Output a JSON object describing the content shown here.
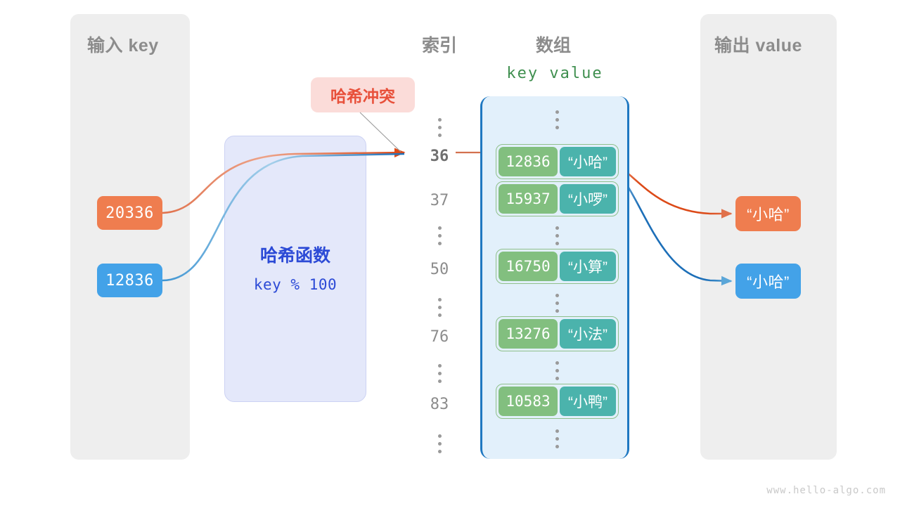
{
  "watermark": "www.hello-algo.com",
  "input_panel": {
    "title": "输入 key",
    "keys": [
      {
        "value": "20336",
        "color": "#ef7d4f"
      },
      {
        "value": "12836",
        "color": "#43a2e8"
      }
    ]
  },
  "output_panel": {
    "title": "输出 value",
    "values": [
      {
        "value": "“小哈”",
        "color": "#ef7d4f"
      },
      {
        "value": "“小哈”",
        "color": "#43a2e8"
      }
    ]
  },
  "hash_function": {
    "name": "哈希函数",
    "expression": "key % 100",
    "fill": "#e4e8fa",
    "text_color": "#2c4ad6"
  },
  "collision": {
    "label": "哈希冲突",
    "fill": "#fbdcd9",
    "text_color": "#e8503a"
  },
  "columns": {
    "index_title": "索引",
    "array_title": "数组",
    "kv_header": "key  value",
    "kv_header_color": "#3f8f4f"
  },
  "index_column": [
    {
      "kind": "dots",
      "label": "",
      "highlight": false
    },
    {
      "kind": "value",
      "label": "36",
      "highlight": true
    },
    {
      "kind": "value",
      "label": "37",
      "highlight": false
    },
    {
      "kind": "dots",
      "label": "",
      "highlight": false
    },
    {
      "kind": "value",
      "label": "50",
      "highlight": false
    },
    {
      "kind": "dots",
      "label": "",
      "highlight": false
    },
    {
      "kind": "value",
      "label": "76",
      "highlight": false
    },
    {
      "kind": "dots",
      "label": "",
      "highlight": false
    },
    {
      "kind": "value",
      "label": "83",
      "highlight": false
    },
    {
      "kind": "dots",
      "label": "",
      "highlight": false
    }
  ],
  "array": {
    "fill": "#e2f0fb",
    "bracket_color": "#1f78c1",
    "key_color": "#82bf7f",
    "value_color": "#4bb3ac",
    "buckets": [
      {
        "key": "12836",
        "value": "“小哈”"
      },
      {
        "key": "15937",
        "value": "“小啰”"
      },
      {
        "key": "16750",
        "value": "“小算”"
      },
      {
        "key": "13276",
        "value": "“小法”"
      },
      {
        "key": "10583",
        "value": "“小鸭”"
      }
    ]
  }
}
